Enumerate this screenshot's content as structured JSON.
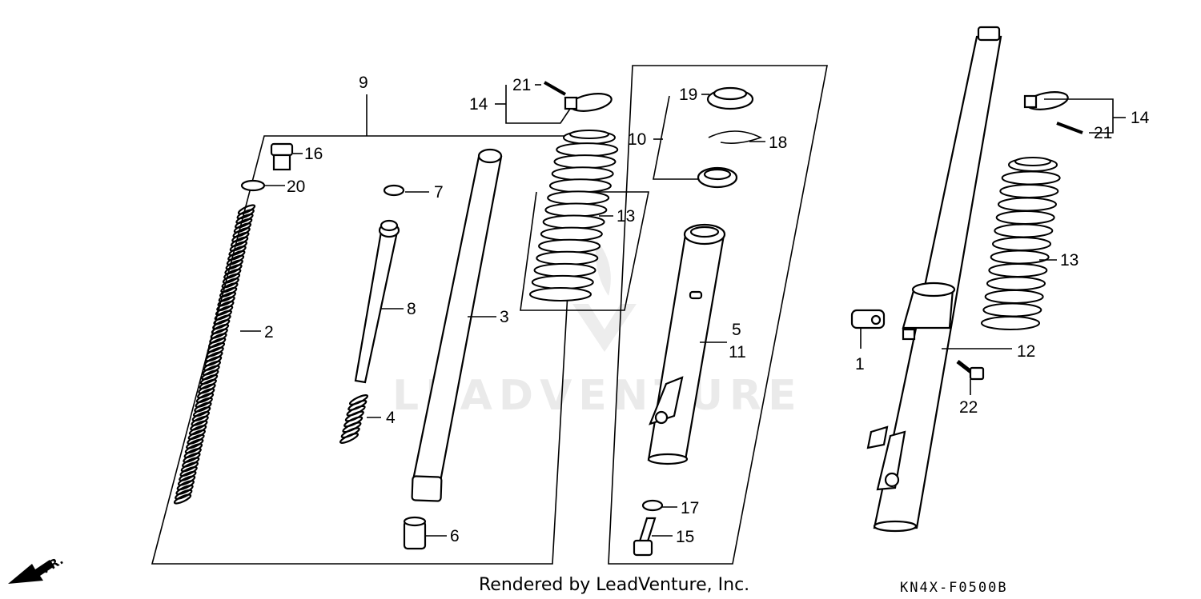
{
  "diagram": {
    "callouts": {
      "p1": "1",
      "p2": "2",
      "p3": "3",
      "p4": "4",
      "p5": "5",
      "p6": "6",
      "p7": "7",
      "p8": "8",
      "p9": "9",
      "p10": "10",
      "p11": "11",
      "p12": "12",
      "p13a": "13",
      "p13b": "13",
      "p14a": "14",
      "p14b": "14",
      "p15": "15",
      "p16": "16",
      "p17": "17",
      "p18": "18",
      "p19": "19",
      "p20": "20",
      "p21a": "21",
      "p21b": "21",
      "p22": "22"
    },
    "watermark": "LEADVENTURE",
    "front_arrow_label": "FR.",
    "footer_text": "Rendered by LeadVenture, Inc.",
    "diagram_code": "KN4X-F0500B",
    "icons": [
      "front-direction-arrow-icon",
      "leadventure-logo-watermark"
    ]
  }
}
